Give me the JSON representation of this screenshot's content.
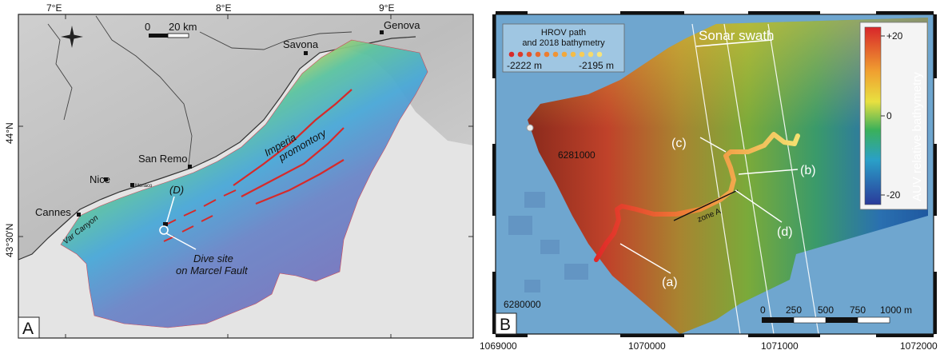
{
  "panel_a": {
    "panel_label": "A",
    "lon_ticks": [
      "7°E",
      "8°E",
      "9°E"
    ],
    "lat_ticks": [
      "44°N",
      "43°30'N"
    ],
    "scale_bar": {
      "start": "0",
      "end": "20 km"
    },
    "places": {
      "genova": "Genova",
      "savona": "Savona",
      "san_remo": "San Remo",
      "nice": "Nice",
      "monaco": "Monaco",
      "cannes": "Cannes"
    },
    "features": {
      "imperia_line1": "Imperia",
      "imperia_line2": "promontory",
      "var_canyon": "Var Canyon",
      "d_label": "(D)",
      "dive_line1": "Dive site",
      "dive_line2": "on Marcel Fault"
    }
  },
  "panel_b": {
    "panel_label": "B",
    "x_ticks": [
      "1069000",
      "1070000",
      "1071000",
      "1072000"
    ],
    "y_ticks": [
      "6281000",
      "6280000"
    ],
    "legend": {
      "title_line1": "HROV path",
      "title_line2": "and 2018 bathymetry",
      "min_label": "-2222 m",
      "max_label": "-2195 m"
    },
    "sonar_swath": "Sonar swath",
    "colorbar": {
      "title": "AUV relative bathymetry",
      "ticks": [
        "+20",
        "0",
        "-20"
      ]
    },
    "annotations": {
      "a": "(a)",
      "b": "(b)",
      "c": "(c)",
      "d": "(d)",
      "zone": "zone A"
    },
    "scale_bar": {
      "labels": [
        "0",
        "250",
        "500",
        "750",
        "1000 m"
      ]
    }
  }
}
